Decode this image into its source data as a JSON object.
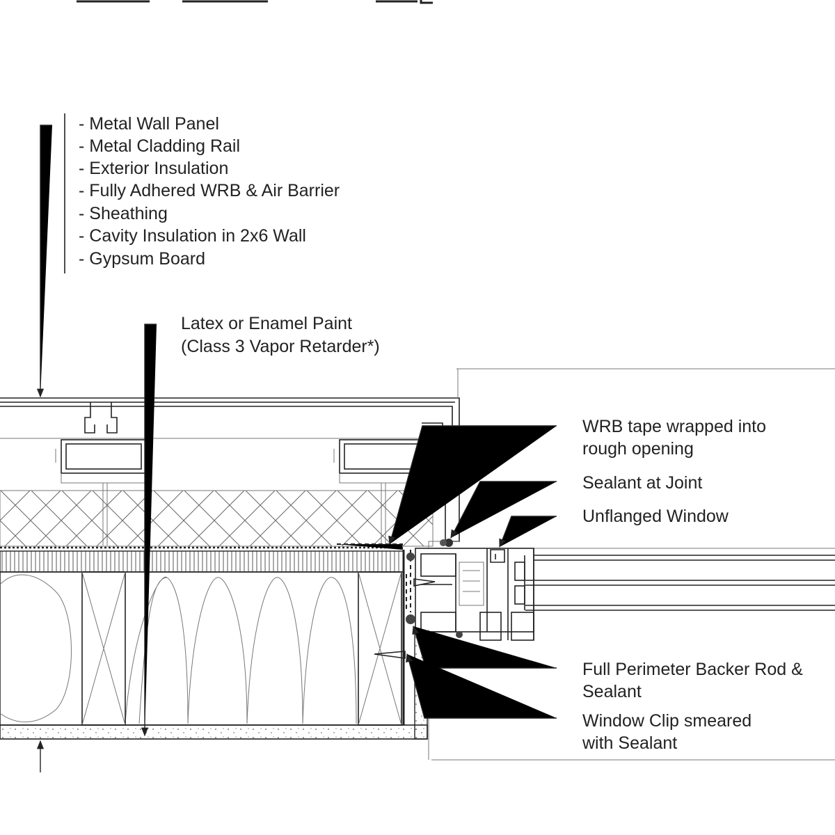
{
  "layers": {
    "items": [
      "- Metal Wall Panel",
      "- Metal Cladding Rail",
      "- Exterior Insulation",
      "- Fully Adhered WRB & Air Barrier",
      "- Sheathing",
      "- Cavity Insulation in 2x6 Wall",
      "- Gypsum Board"
    ]
  },
  "paint_note": {
    "line1": "Latex or Enamel Paint",
    "line2": "(Class 3 Vapor Retarder*)"
  },
  "callouts": {
    "wrb_tape": {
      "line1": "WRB tape wrapped into",
      "line2": "rough opening"
    },
    "sealant_joint": {
      "line1": "Sealant at Joint"
    },
    "unflanged_window": {
      "line1": "Unflanged Window"
    },
    "backer_rod": {
      "line1": "Full Perimeter Backer Rod &",
      "line2": "Sealant"
    },
    "window_clip": {
      "line1": "Window Clip smeared",
      "line2": "with Sealant"
    }
  }
}
